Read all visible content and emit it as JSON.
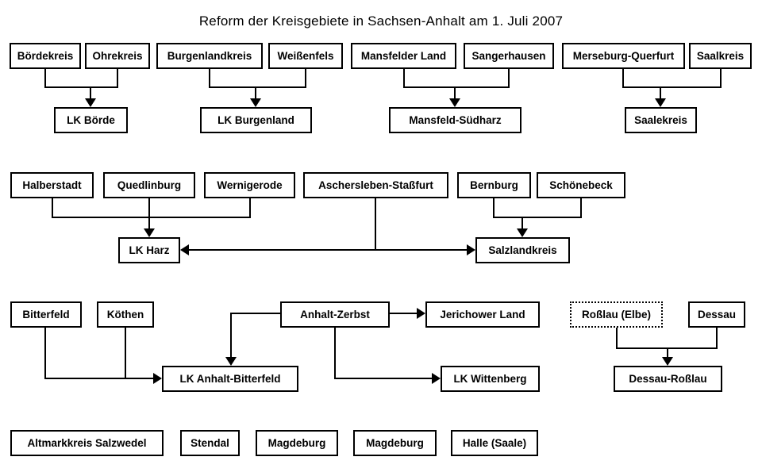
{
  "title": "Reform der Kreisgebiete in Sachsen-Anhalt am 1. Juli 2007",
  "colors": {
    "line": "#000000",
    "background": "#ffffff"
  },
  "boxes": {
    "boerdekreis": {
      "label": "Bördekreis"
    },
    "ohrekreis": {
      "label": "Ohrekreis"
    },
    "burgenlandkreis": {
      "label": "Burgenlandkreis"
    },
    "weissenfels": {
      "label": "Weißenfels"
    },
    "mansfelder_land": {
      "label": "Mansfelder Land"
    },
    "sangerhausen": {
      "label": "Sangerhausen"
    },
    "merseburg_querfurt": {
      "label": "Merseburg-Querfurt"
    },
    "saalkreis": {
      "label": "Saalkreis"
    },
    "lk_boerde": {
      "label": "LK Börde"
    },
    "lk_burgenland": {
      "label": "LK Burgenland"
    },
    "mansfeld_suedharz": {
      "label": "Mansfeld-Südharz"
    },
    "saalekreis": {
      "label": "Saalekreis"
    },
    "halberstadt": {
      "label": "Halberstadt"
    },
    "quedlinburg": {
      "label": "Quedlinburg"
    },
    "wernigerode": {
      "label": "Wernigerode"
    },
    "aschersleben_stassfurt": {
      "label": "Aschersleben-Staßfurt"
    },
    "bernburg": {
      "label": "Bernburg"
    },
    "schoenebeck": {
      "label": "Schönebeck"
    },
    "lk_harz": {
      "label": "LK Harz"
    },
    "salzlandkreis": {
      "label": "Salzlandkreis"
    },
    "bitterfeld": {
      "label": "Bitterfeld"
    },
    "koethen": {
      "label": "Köthen"
    },
    "anhalt_zerbst": {
      "label": "Anhalt-Zerbst"
    },
    "jerichower_land": {
      "label": "Jerichower Land"
    },
    "rosslau_elbe": {
      "label": "Roßlau (Elbe)"
    },
    "dessau": {
      "label": "Dessau"
    },
    "lk_anhalt_bitterfeld": {
      "label": "LK Anhalt-Bitterfeld"
    },
    "lk_wittenberg": {
      "label": "LK Wittenberg"
    },
    "dessau_rosslau": {
      "label": "Dessau-Roßlau"
    },
    "altmarkkreis_salzwedel": {
      "label": "Altmarkkreis Salzwedel"
    },
    "stendal": {
      "label": "Stendal"
    },
    "magdeburg_1": {
      "label": "Magdeburg"
    },
    "magdeburg_2": {
      "label": "Magdeburg"
    },
    "halle_saale": {
      "label": "Halle (Saale)"
    }
  },
  "mergers": [
    {
      "sources": [
        "Bördekreis",
        "Ohrekreis"
      ],
      "result": "LK Börde"
    },
    {
      "sources": [
        "Burgenlandkreis",
        "Weißenfels"
      ],
      "result": "LK Burgenland"
    },
    {
      "sources": [
        "Mansfelder Land",
        "Sangerhausen"
      ],
      "result": "Mansfeld-Südharz"
    },
    {
      "sources": [
        "Merseburg-Querfurt",
        "Saalkreis"
      ],
      "result": "Saalekreis"
    },
    {
      "sources": [
        "Halberstadt",
        "Quedlinburg",
        "Wernigerode",
        "Aschersleben-Staßfurt"
      ],
      "result": "LK Harz"
    },
    {
      "sources": [
        "Aschersleben-Staßfurt",
        "Bernburg",
        "Schönebeck"
      ],
      "result": "Salzlandkreis"
    },
    {
      "sources": [
        "Bitterfeld",
        "Köthen",
        "Anhalt-Zerbst"
      ],
      "result": "LK Anhalt-Bitterfeld"
    },
    {
      "sources": [
        "Anhalt-Zerbst"
      ],
      "result": "Jerichower Land"
    },
    {
      "sources": [
        "Anhalt-Zerbst"
      ],
      "result": "LK Wittenberg"
    },
    {
      "sources": [
        "Roßlau (Elbe)",
        "Dessau"
      ],
      "result": "Dessau-Roßlau"
    }
  ],
  "unchanged": [
    "Altmarkkreis Salzwedel",
    "Stendal",
    "Magdeburg",
    "Magdeburg",
    "Halle (Saale)"
  ]
}
